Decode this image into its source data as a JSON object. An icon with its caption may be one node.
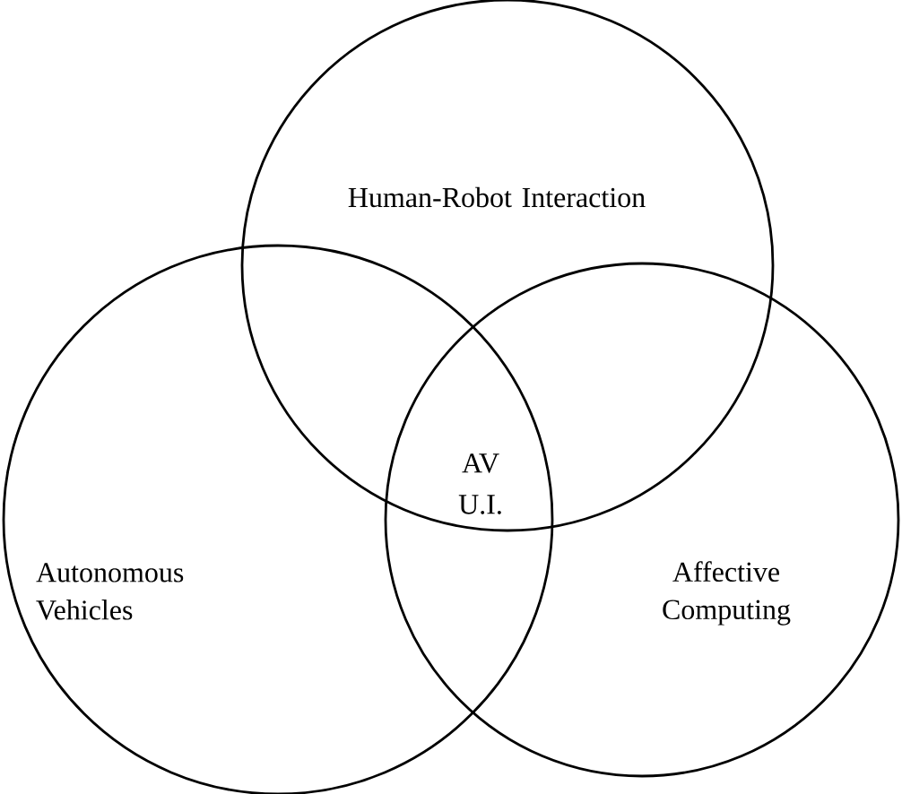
{
  "diagram": {
    "nodes": [
      {
        "text": [
          "Human-Robot Interaction"
        ]
      },
      {
        "text": [
          "Autonomous Vehicles"
        ]
      },
      {
        "text": [
          "Affective Computing"
        ]
      }
    ],
    "labels": [
      "AV U.I."
    ]
  }
}
